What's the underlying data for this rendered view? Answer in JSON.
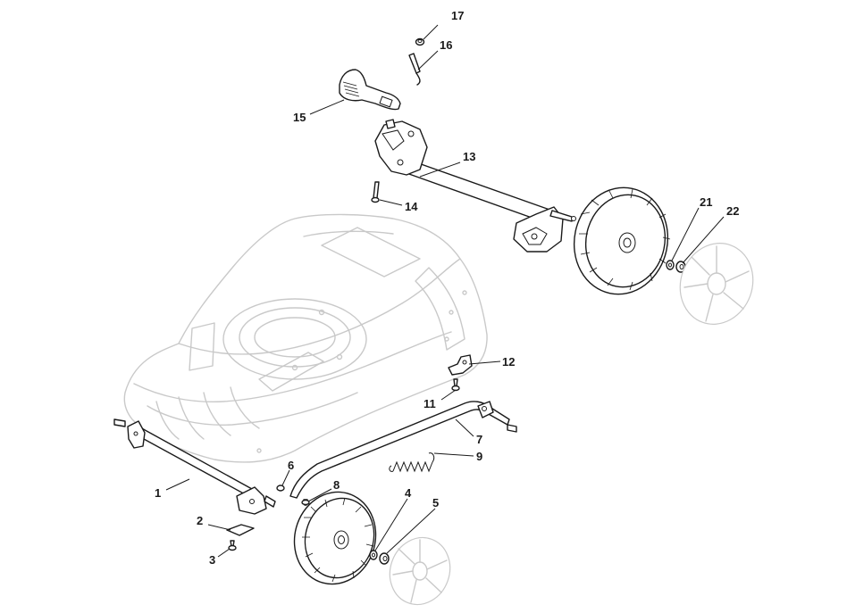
{
  "callouts": {
    "p1": "1",
    "p2": "2",
    "p3": "3",
    "p4": "4",
    "p5": "5",
    "p6": "6",
    "p7": "7",
    "p8": "8",
    "p9": "9",
    "p11": "11",
    "p12": "12",
    "p13": "13",
    "p14": "14",
    "p15": "15",
    "p16": "16",
    "p17": "17",
    "p21": "21",
    "p22": "22"
  },
  "colors": {
    "line": "#1a1a1a",
    "ghost": "#c9c9c9",
    "background": "#ffffff"
  }
}
